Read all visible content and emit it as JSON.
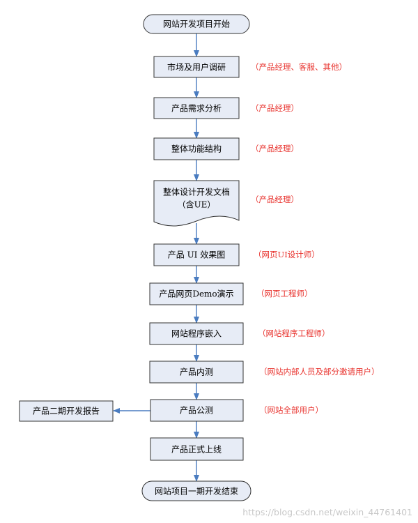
{
  "colors": {
    "box_fill": "#e7ecf6",
    "box_stroke": "#333333",
    "arrow": "#4a7cc0",
    "role_text": "#e8312c"
  },
  "nodes": {
    "start": "网站开发项目开始",
    "market_research": "市场及用户调研",
    "requirement_analysis": "产品需求分析",
    "function_structure": "整体功能结构",
    "design_doc_line1": "整体设计开发文档",
    "design_doc_line2": "（含UE）",
    "ui_mockup": "产品 UI 效果图",
    "demo": "产品网页Demo演示",
    "program_embed": "网站程序嵌入",
    "internal_test": "产品内测",
    "public_test": "产品公测",
    "phase2_report": "产品二期开发报告",
    "launch": "产品正式上线",
    "end": "网站项目一期开发结束"
  },
  "roles": {
    "market_research": "（产品经理、客服、其他）",
    "requirement_analysis": "（产品经理）",
    "function_structure": "（产品经理）",
    "design_doc": "（产品经理）",
    "ui_mockup": "（网页UI设计师）",
    "demo": "（网页工程师）",
    "program_embed": "（网站程序工程师）",
    "internal_test": "（网站内部人员及部分邀请用户）",
    "public_test": "（网站全部用户）"
  },
  "watermark": "https://blog.csdn.net/weixin_44761401"
}
